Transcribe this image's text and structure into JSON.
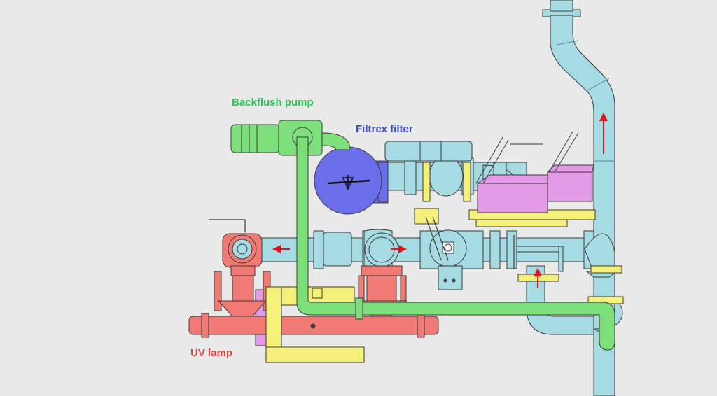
{
  "labels": {
    "backflush_pump": "Backflush pump",
    "filtrex_filter": "Filtrex filter",
    "uv_lamp": "UV lamp"
  },
  "colors": {
    "background": "#e9e9e9",
    "cyan_pipe": "#a7dbe3",
    "green_pipe": "#7ee07a",
    "red_section": "#f27a74",
    "yellow_clamp": "#f4f07a",
    "blue_filter": "#6a6ee8",
    "magenta_box": "#e39be8",
    "flow_arrow": "#e0141b",
    "label_green": "#2fc45a",
    "label_blue": "#3b48c8",
    "label_red": "#e0443e",
    "outline": "#3a3a3a"
  }
}
